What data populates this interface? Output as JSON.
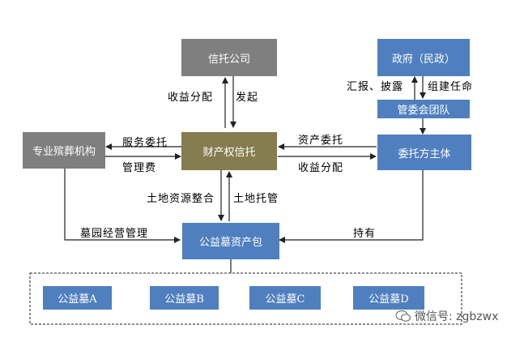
{
  "nodes": {
    "trust_company": "信托公司",
    "government": "政府（民政）",
    "management_committee": "管委会团队",
    "property_trust": "财产权信托",
    "professional_agency": "专业殡葬机构",
    "trustor": "委托方主体",
    "cemetery_package": "公益墓资产包",
    "cemeteries": [
      "公益墓A",
      "公益墓B",
      "公益墓C",
      "公益墓D"
    ]
  },
  "edge_labels": {
    "income_distribution_top": "收益分配",
    "initiate": "发起",
    "report_disclose": "汇报、披露",
    "form_appoint": "组建任命",
    "service_entrust": "服务委托",
    "management_fee": "管理费",
    "asset_entrust": "资产委托",
    "income_distribution_right": "收益分配",
    "land_integration": "土地资源整合",
    "land_custody": "土地托管",
    "cemetery_operation": "墓园经营管理",
    "hold": "持有"
  },
  "watermark": "微信号: zgbzwx",
  "colors": {
    "grey": "#7f7f7f",
    "olive": "#857c4f",
    "blue": "#4f7fbf"
  }
}
